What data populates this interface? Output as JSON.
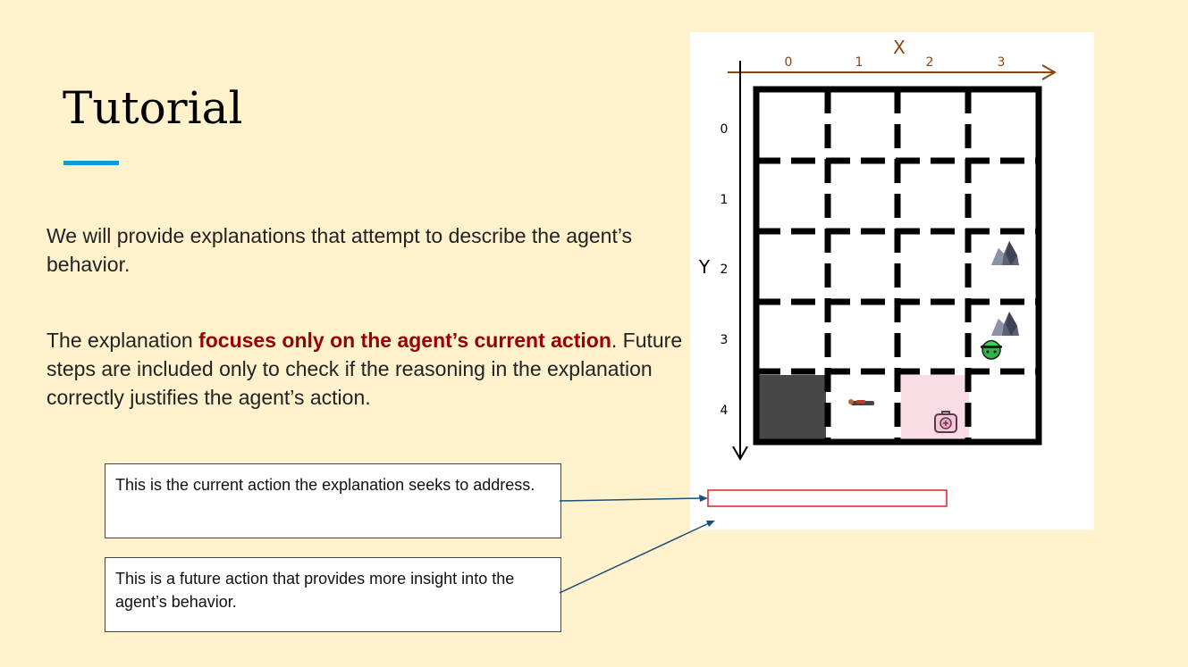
{
  "slide": {
    "title": "Tutorial",
    "paragraph1": "We will provide explanations that attempt to describe the agent’s behavior.",
    "paragraph2_pre": "The explanation ",
    "paragraph2_emph": "focuses only on the agent’s current action",
    "paragraph2_post": ". Future steps are included only to check if the reasoning in the explanation correctly justifies the agent’s action.",
    "callout_current": "This is the current action the explanation seeks to address.",
    "callout_future": "This is a future action that provides more insight into the agent’s behavior."
  },
  "grid": {
    "x_axis_label": "X",
    "y_axis_label": "Y",
    "x_ticks": [
      "0",
      "1",
      "2",
      "3"
    ],
    "y_ticks": [
      "0",
      "1",
      "2",
      "3",
      "4"
    ],
    "cells": [
      {
        "col": 0,
        "row": 4,
        "kind": "dark-tile"
      },
      {
        "col": 1,
        "row": 4,
        "kind": "victim-icon"
      },
      {
        "col": 2,
        "row": 4,
        "kind": "medkit-icon"
      },
      {
        "col": 3,
        "row": 2,
        "kind": "rubble-icon"
      },
      {
        "col": 3,
        "row": 3,
        "kind": "rubble-icon"
      },
      {
        "col": 3,
        "row": 3,
        "kind": "agent-helmet-icon"
      }
    ]
  },
  "colors": {
    "background": "#fff2cc",
    "accent_bar": "#0d9ad9",
    "emphasis_text": "#990000",
    "axis": "#8b4513",
    "dark_tile": "#474747",
    "medkit_tile": "#fadce4",
    "action_box_border": "#e02020",
    "callout_line": "#1f4e79",
    "agent_green": "#2fb34a"
  }
}
